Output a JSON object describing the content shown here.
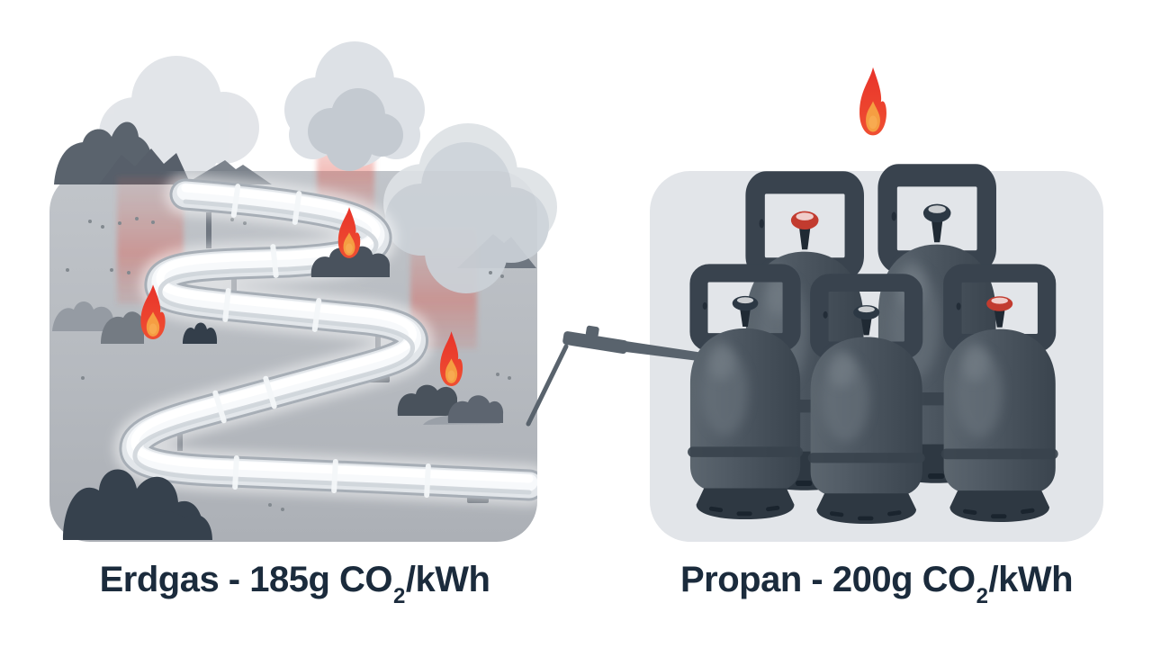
{
  "illustration": {
    "left_panel": {
      "fuel": "Erdgas",
      "emission": {
        "prefix": "Erdgas - 185g CO",
        "subscript": "2",
        "suffix": "/kWh"
      },
      "emission_text": "Erdgas - 185g CO₂/kWh",
      "value_g_co2_per_kwh": 185,
      "scene": "winding white gas pipeline through gray landscape with three flare flames, red leak plumes, smoke clouds, mountains and bushes",
      "icons": [
        "pipeline",
        "flame-icon",
        "smoke-cloud-icon",
        "mountain-icon",
        "bush-icon"
      ]
    },
    "right_panel": {
      "fuel": "Propan",
      "emission": {
        "prefix": "Propan - 200g CO",
        "subscript": "2",
        "suffix": "/kWh"
      },
      "emission_text": "Propan - 200g CO₂/kWh",
      "value_g_co2_per_kwh": 200,
      "cylinder_count": 5,
      "scene": "five dark gray propane cylinders with a flame above the panel",
      "icons": [
        "propane-cylinder-icon",
        "flame-icon",
        "gas-torch-connector-icon"
      ]
    }
  },
  "chart_data": {
    "type": "bar",
    "categories": [
      "Erdgas",
      "Propan"
    ],
    "values": [
      185,
      200
    ],
    "title": "",
    "xlabel": "",
    "ylabel": "g CO2/kWh"
  },
  "colors": {
    "background": "#ffffff",
    "text": "#1b2b3c",
    "left_ground": "#b5b9bf",
    "right_panel_bg": "#e2e5e9",
    "flame_red": "#e53935",
    "flame_orange": "#f59e42",
    "cylinder_body": "#4a545e",
    "pipeline_white": "#f6f8fa",
    "smoke_gray": "#ccd2d8",
    "leak_red": "#e05548",
    "connector_gray": "#59636d"
  }
}
